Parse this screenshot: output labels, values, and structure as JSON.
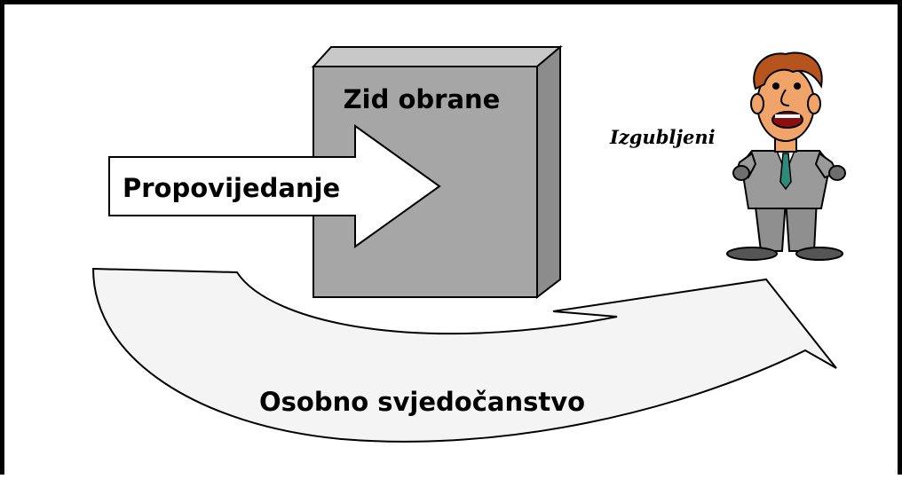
{
  "diagram": {
    "wall_label": "Zid obrane",
    "preaching_label": "Propovijedanje",
    "testimony_label": "Osobno svjedočanstvo",
    "lost_label": "Izgubljeni"
  },
  "colors": {
    "frame": "#000000",
    "wall_front": "#a6a6a6",
    "wall_side": "#8c8c8c",
    "wall_top": "#c8c8c8",
    "arrow_fill": "#ffffff",
    "curved_arrow_fill": "#f4f4f4",
    "person_suit": "#9a9a9a",
    "person_hair": "#b5541c",
    "person_skin": "#f0a46a",
    "person_tie": "#2e8b7a"
  }
}
